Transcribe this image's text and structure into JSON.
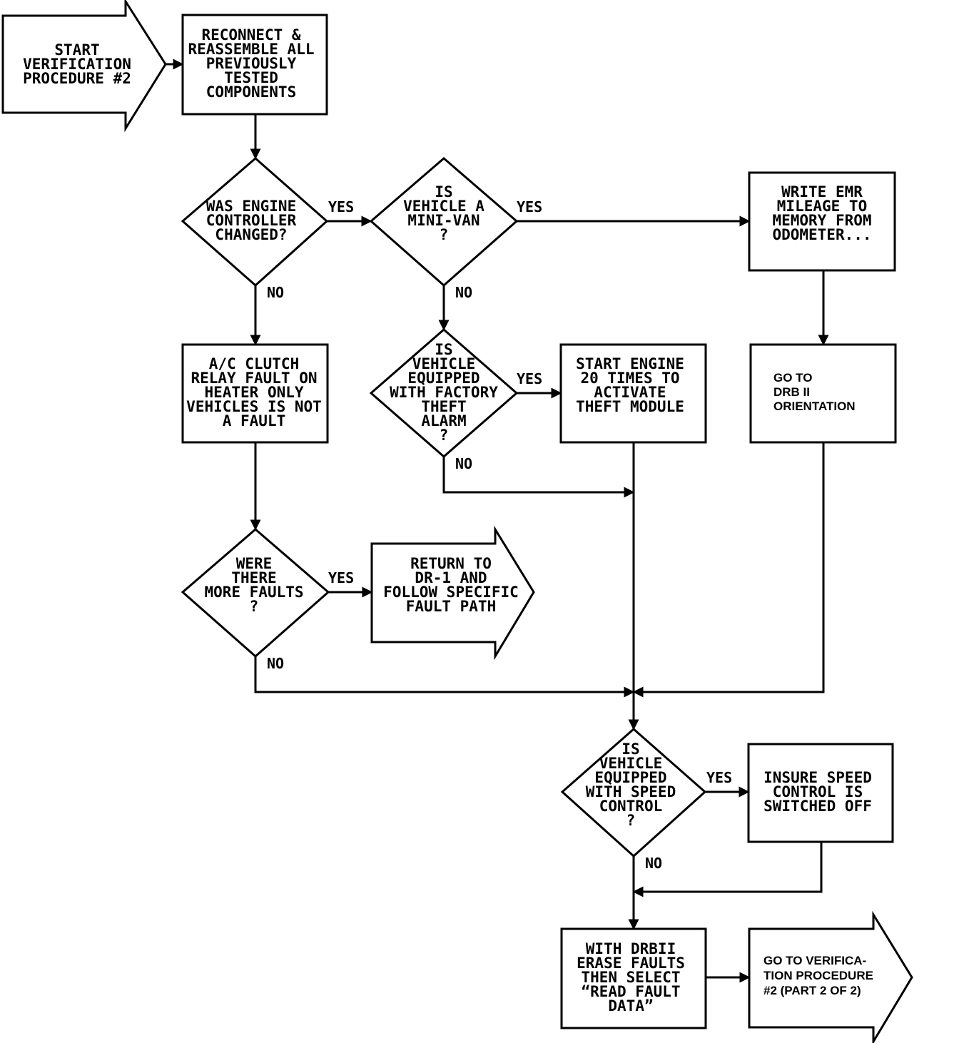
{
  "nodes": {
    "start": [
      "START",
      "VERIFICATION",
      "PROCEDURE #2"
    ],
    "reconnect": [
      "RECONNECT &",
      "REASSEMBLE ALL",
      "PREVIOUSLY",
      "TESTED",
      "COMPONENTS"
    ],
    "engine_changed": [
      "WAS ENGINE",
      "CONTROLLER",
      "CHANGED?"
    ],
    "minivan": [
      "IS",
      "VEHICLE A",
      "MINI-VAN",
      "?"
    ],
    "write_emr": [
      "WRITE EMR",
      "MILEAGE TO",
      "MEMORY FROM",
      "ODOMETER..."
    ],
    "ac_clutch": [
      "A/C CLUTCH",
      "RELAY FAULT ON",
      "HEATER ONLY",
      "VEHICLES IS NOT",
      "A FAULT"
    ],
    "theft_alarm": [
      "IS",
      "VEHICLE",
      "EQUIPPED",
      "WITH FACTORY",
      "THEFT",
      "ALARM",
      "?"
    ],
    "start_engine": [
      "START ENGINE",
      "20 TIMES TO",
      "ACTIVATE",
      "THEFT MODULE"
    ],
    "drb_orientation": [
      "GO TO",
      "DRB II",
      "ORIENTATION"
    ],
    "more_faults": [
      "WERE",
      "THERE",
      "MORE FAULTS",
      "?"
    ],
    "return_dr1": [
      "RETURN TO",
      "DR-1 AND",
      "FOLLOW SPECIFIC",
      "FAULT PATH"
    ],
    "speed_control": [
      "IS",
      "VEHICLE",
      "EQUIPPED",
      "WITH SPEED",
      "CONTROL",
      "?"
    ],
    "insure_speed": [
      "INSURE SPEED",
      "CONTROL IS",
      "SWITCHED OFF"
    ],
    "erase_faults": [
      "WITH DRBII",
      "ERASE FAULTS",
      "THEN SELECT",
      "“READ FAULT",
      "DATA”"
    ],
    "go_part2": [
      "GO TO VERIFICA-",
      "TION PROCEDURE",
      "#2 (PART 2 OF 2)"
    ]
  },
  "labels": {
    "yes": "YES",
    "no": "NO"
  }
}
